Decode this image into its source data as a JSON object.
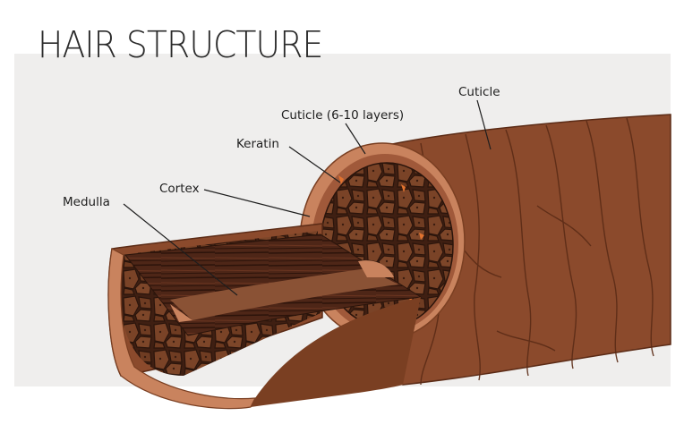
{
  "title": "HAIR STRUCTURE",
  "labels": {
    "cuticle_outer": "Cuticle",
    "cuticle_layers": "Cuticle (6-10 layers)",
    "keratin": "Keratin",
    "cortex": "Cortex",
    "medulla": "Medulla"
  },
  "colors": {
    "background_panel": "#efeeed",
    "shaft": "#8b4a2c",
    "cuticle_rim": "#c9835e",
    "cortex_fill": "#5a2e1d",
    "medulla_strip": "#8a5235",
    "keratin_highlight": "#e2732f"
  }
}
